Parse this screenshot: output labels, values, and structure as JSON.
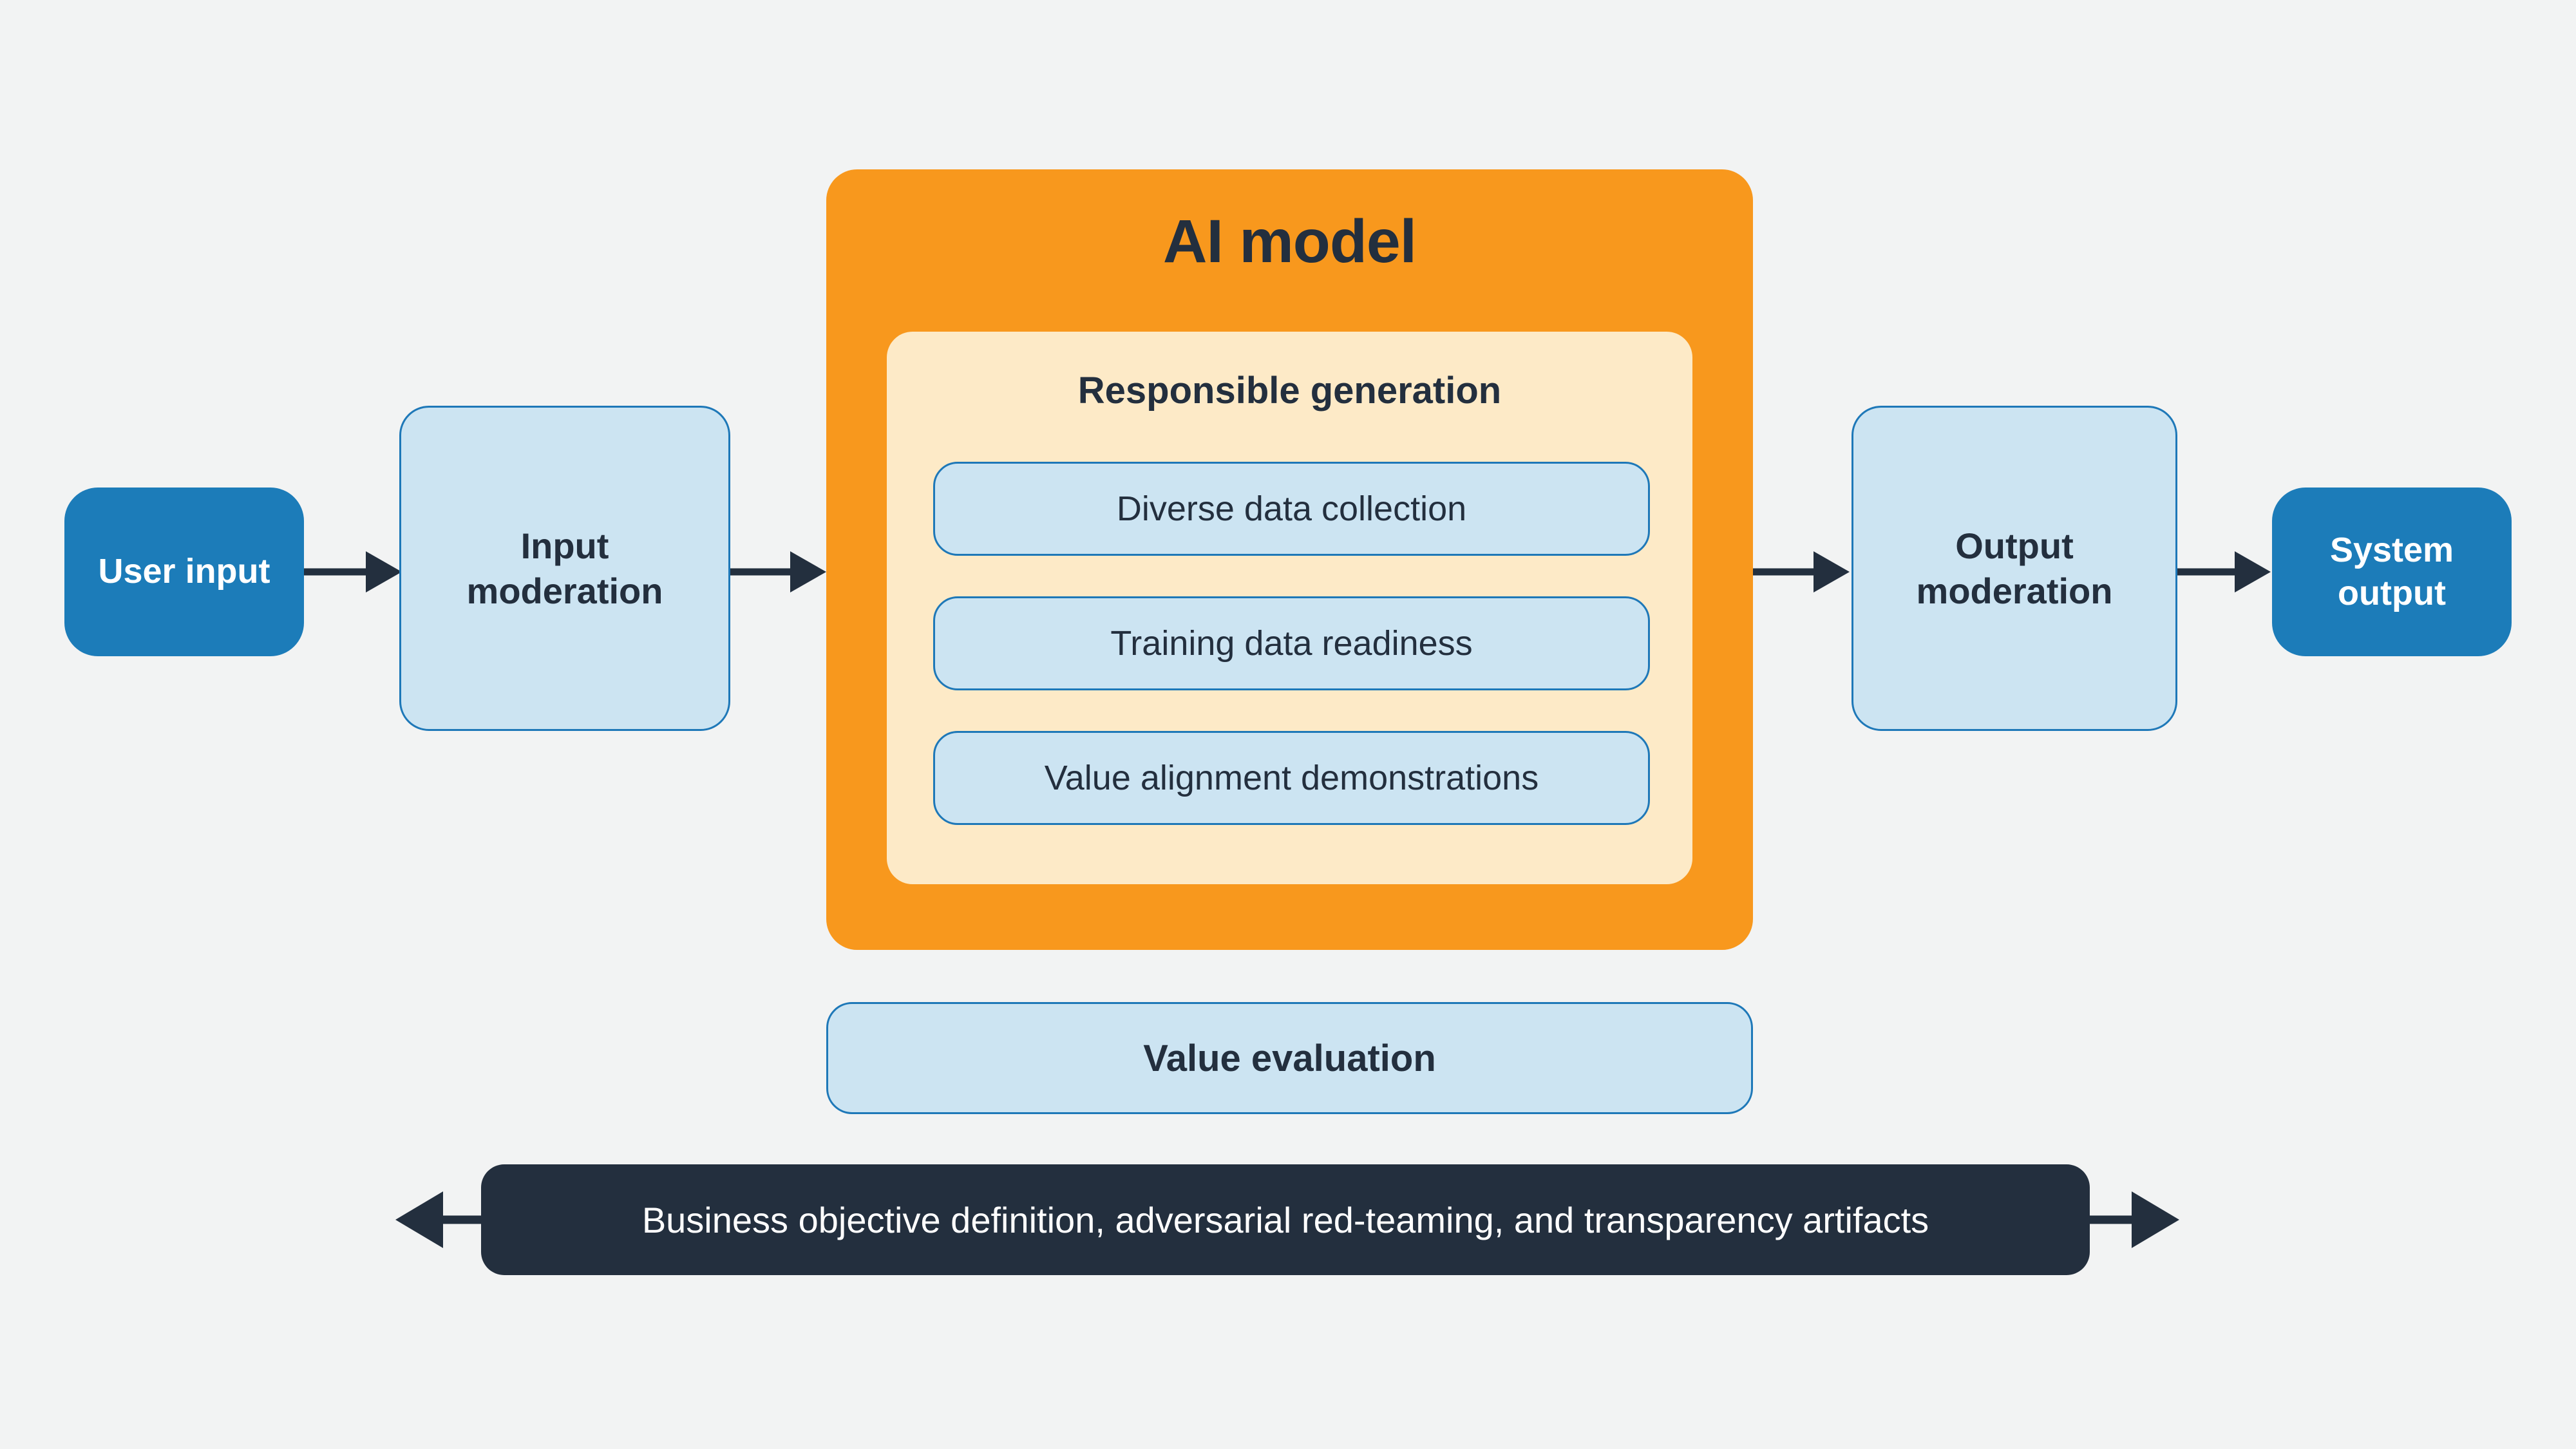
{
  "diagram": {
    "nodes": {
      "user_input": "User input",
      "input_moderation": "Input moderation",
      "ai_model_title": "AI model",
      "responsible_generation_title": "Responsible generation",
      "pills": [
        "Diverse data collection",
        "Training data readiness",
        "Value alignment demonstrations"
      ],
      "output_moderation": "Output moderation",
      "system_output": "System output",
      "value_evaluation": "Value evaluation",
      "bottom_banner": "Business objective definition, adversarial red-teaming, and transparency artifacts"
    },
    "colors": {
      "background": "#F2F3F3",
      "ai_model_orange": "#F8981D",
      "responsible_generation_cream": "#FDEAC7",
      "light_blue_fill": "#CCE4F2",
      "blue_border": "#1E78B8",
      "endpoint_blue": "#1C7CB9",
      "navy": "#232F3E",
      "white_text": "#FFFFFF"
    }
  }
}
